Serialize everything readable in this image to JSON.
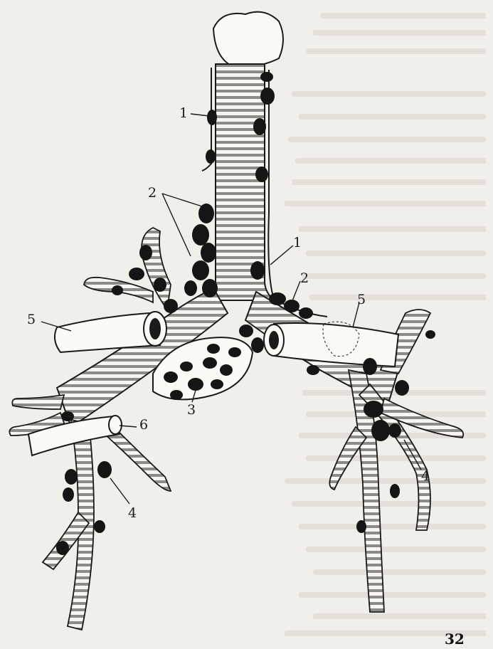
{
  "figure": {
    "labels": {
      "l1a": "1",
      "l1b": "1",
      "l2a": "2",
      "l2b": "2",
      "l3": "3",
      "l4a": "4",
      "l4b": "4",
      "l5a": "5",
      "l5b": "5",
      "l6": "6"
    },
    "page_number": "32"
  },
  "colors": {
    "background": "#f1efea",
    "ink": "#1a1a1a",
    "node_fill": "#151515",
    "tube_fill": "#f7f6f2",
    "ring_stroke": "#555555"
  }
}
